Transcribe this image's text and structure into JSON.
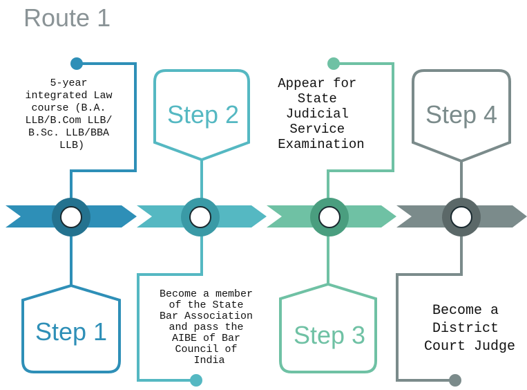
{
  "title": "Route 1",
  "colors": {
    "step1": "#2e8fb7",
    "step1_dark": "#24728f",
    "step2": "#55b8c2",
    "step2_dark": "#3a9aa6",
    "step3": "#6fc1a4",
    "step3_dark": "#4a9e7f",
    "step4": "#7b8b8b",
    "step4_dark": "#5b6868"
  },
  "steps": [
    {
      "label": "Step 1",
      "description": [
        "5-year",
        "integrated Law",
        "course (B.A.",
        "LLB/B.Com LLB/",
        "B.Sc. LLB/BBA",
        "LLB)"
      ]
    },
    {
      "label": "Step 2",
      "description": [
        "Become a member",
        "of the State",
        "Bar Association",
        "and pass the",
        "AIBE of Bar",
        "Council of",
        "India"
      ]
    },
    {
      "label": "Step 3",
      "description": [
        "Appear for",
        "State",
        "Judicial",
        "Service",
        "Examination"
      ]
    },
    {
      "label": "Step 4",
      "description": [
        "Become a",
        "District",
        "Court Judge"
      ]
    }
  ]
}
